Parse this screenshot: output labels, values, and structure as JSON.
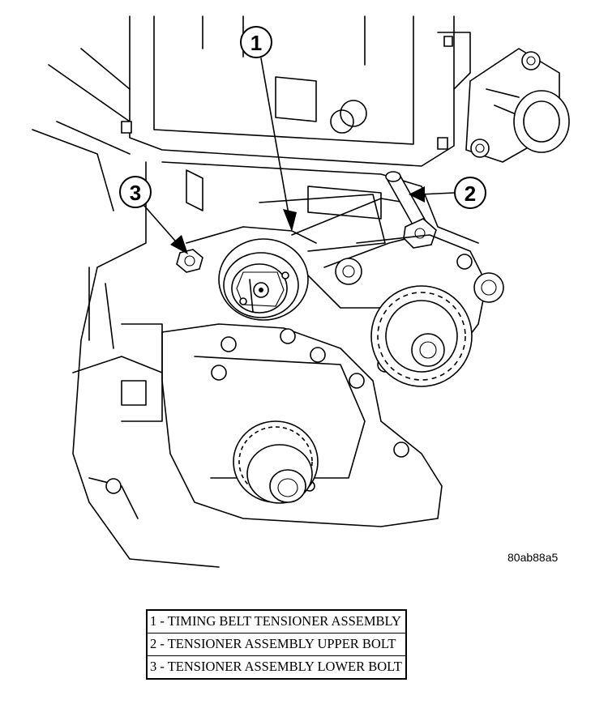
{
  "figure_id": "80ab88a5",
  "callouts": [
    {
      "number": "1"
    },
    {
      "number": "2"
    },
    {
      "number": "3"
    }
  ],
  "legend": [
    {
      "text": "1 - TIMING BELT TENSIONER ASSEMBLY"
    },
    {
      "text": "2 - TENSIONER ASSEMBLY UPPER BOLT"
    },
    {
      "text": "3 - TENSIONER ASSEMBLY LOWER BOLT"
    }
  ]
}
